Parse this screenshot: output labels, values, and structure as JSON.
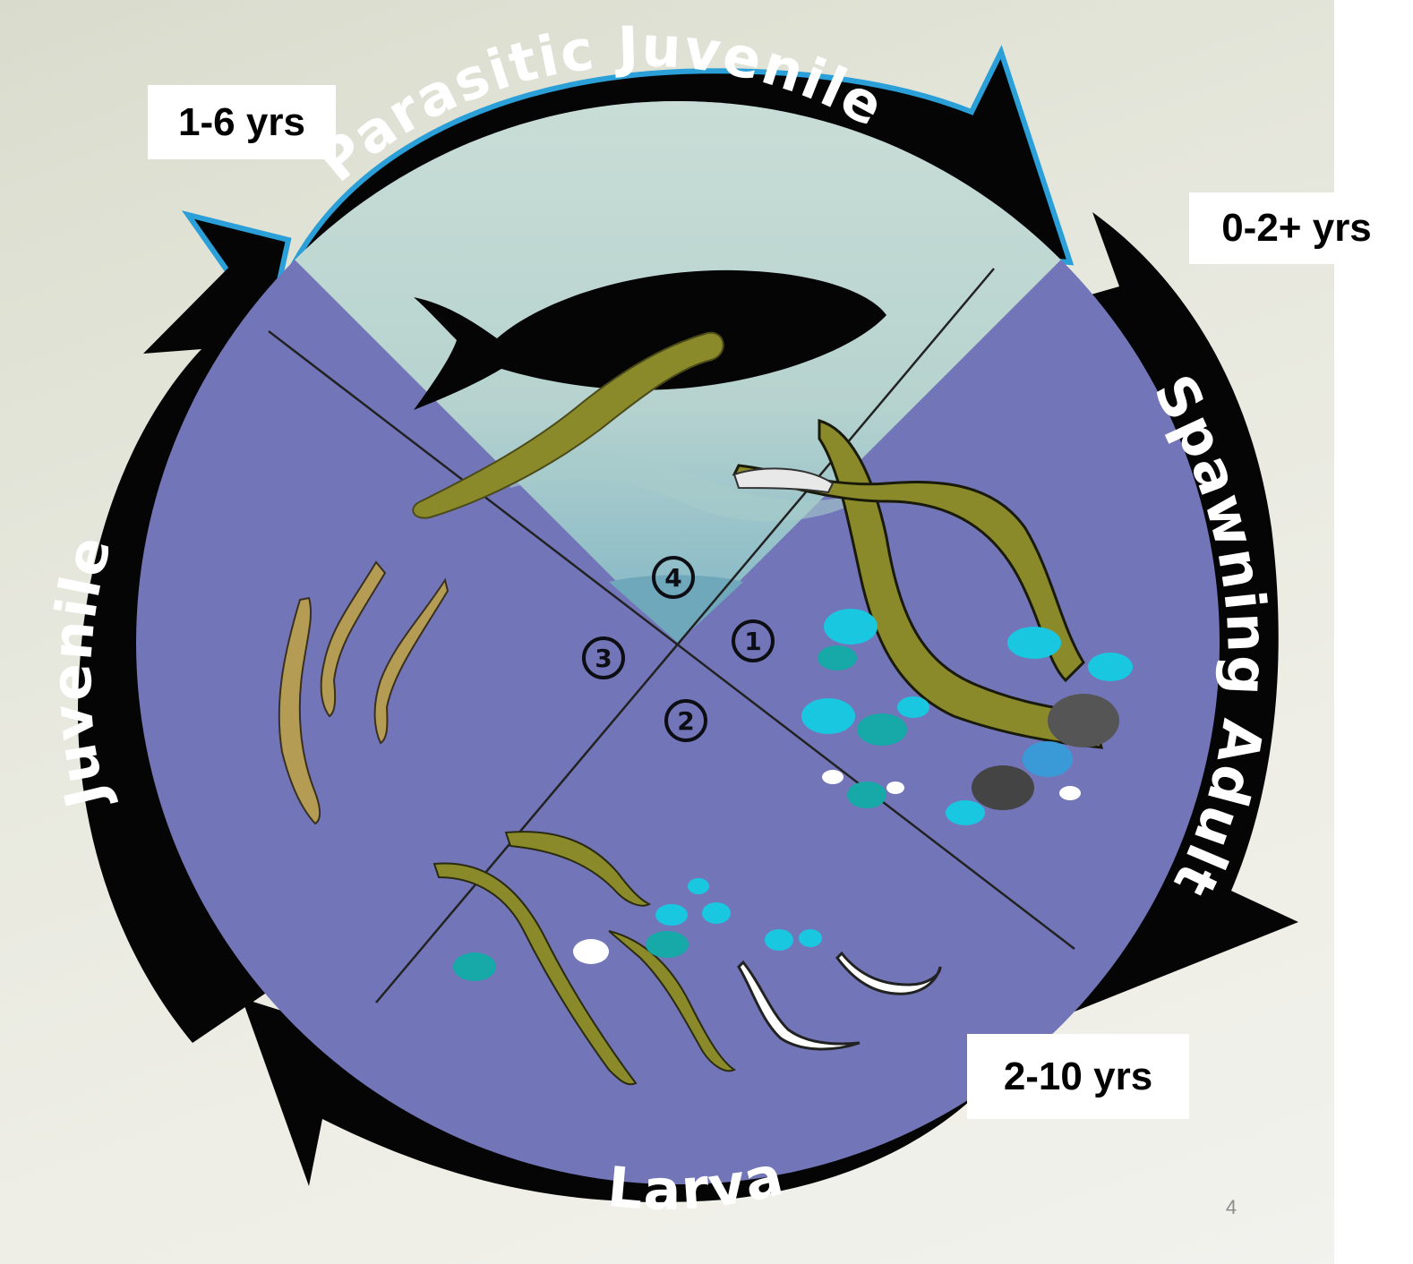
{
  "stages": {
    "parasitic_juvenile": "Parasitic Juvenile",
    "spawning_adult": "Spawning Adult",
    "larva": "Larva",
    "juvenile": "Juvenile"
  },
  "durations": {
    "parasitic": "1-6 yrs",
    "spawning": "0-2+ yrs",
    "larva": "2-10 yrs"
  },
  "quadrant_numbers": [
    "1",
    "2",
    "3",
    "4"
  ],
  "slide_number": "4",
  "colors": {
    "arrow": "#050505",
    "arrow_highlight_outline": "#2b9fd8",
    "circle_fill": "#7276b9",
    "water_light": "#c8dcd6",
    "water_deep": "#7cb3c4",
    "eggs": "#19c7e0"
  }
}
